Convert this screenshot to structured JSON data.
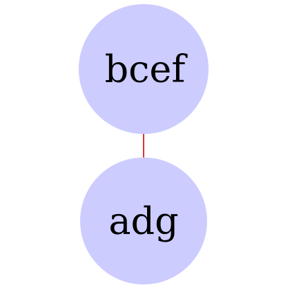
{
  "colors": {
    "node_fill": "#ccccff",
    "edge_stroke": "#cc0000"
  },
  "nodes": [
    {
      "id": "top",
      "label": "bcef"
    },
    {
      "id": "bottom",
      "label": "adg"
    }
  ],
  "edges": [
    {
      "from": "top",
      "to": "bottom"
    }
  ]
}
